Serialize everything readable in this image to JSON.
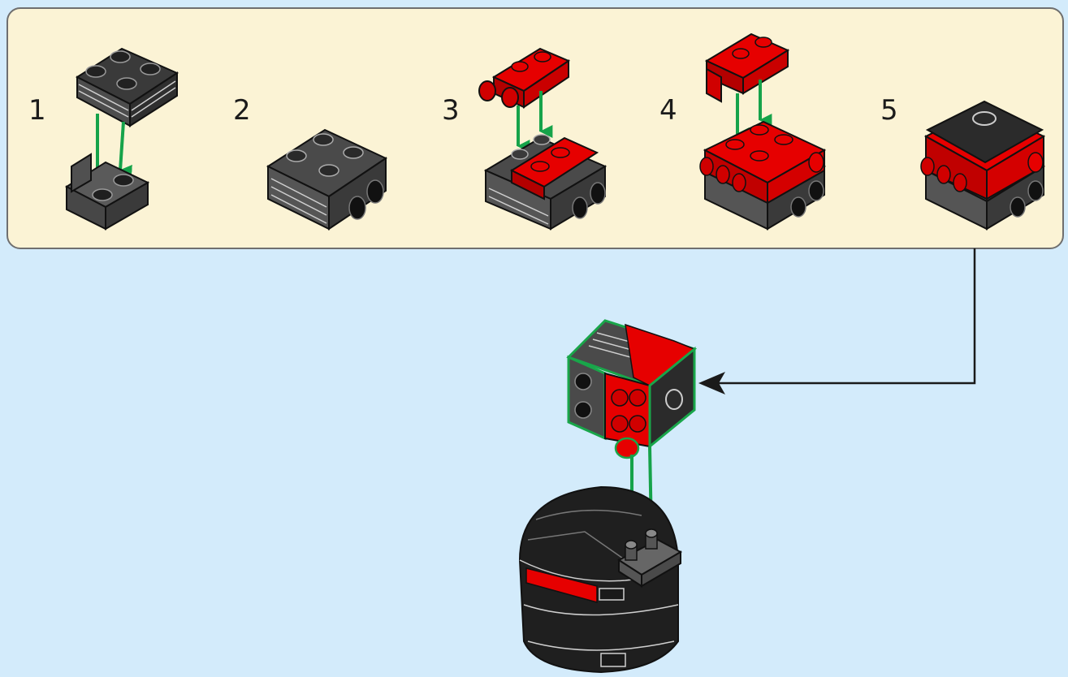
{
  "steps": [
    {
      "number": "1"
    },
    {
      "number": "2"
    },
    {
      "number": "3"
    },
    {
      "number": "4"
    },
    {
      "number": "5"
    }
  ],
  "colors": {
    "page_background": "#d3ebfb",
    "callout_background": "#fbf3d5",
    "callout_border": "#6f6f6f",
    "brick_dark_gray": "#4a4a4a",
    "brick_black": "#1f1f1f",
    "brick_red": "#e60000",
    "placement_arrow": "#16a34a",
    "highlight_outline": "#19a64a",
    "pointer_line": "#1a1a1a"
  },
  "icons": [
    "green-down-arrow",
    "black-left-pointer-arrow"
  ]
}
